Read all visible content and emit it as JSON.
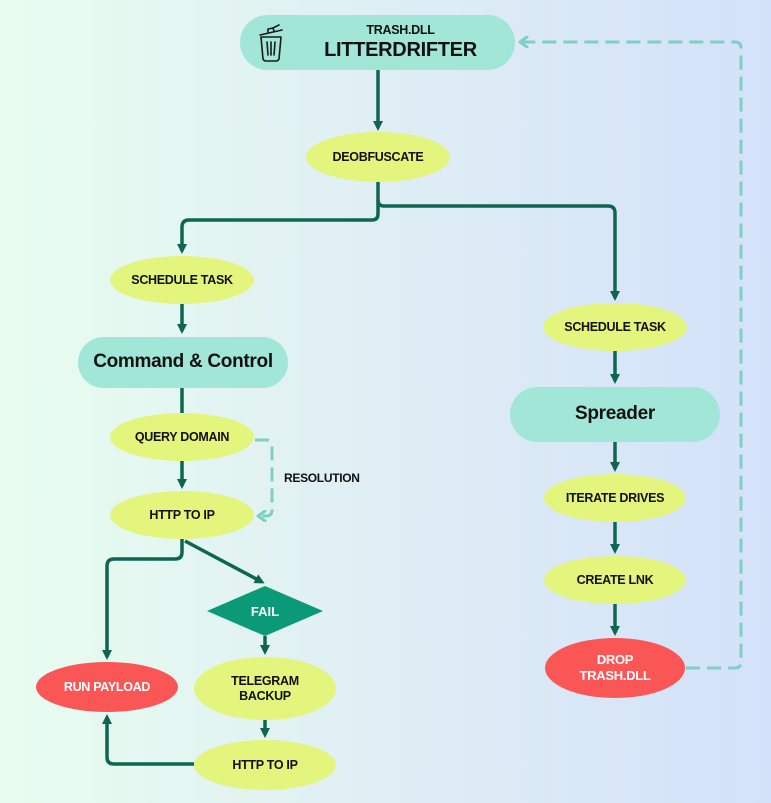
{
  "colors": {
    "edge": "#0f6650",
    "dashed_edge": "#7fd0c2",
    "process_fill": "#e4f57d",
    "module_fill": "#a1e6d6",
    "terminal_fill": "#fb5656",
    "decision_fill": "#0a9a78"
  },
  "title_node": {
    "subtitle": "TRASH.DLL",
    "title": "LITTERDRIFTER",
    "icon": "trash-can-icon"
  },
  "nodes": {
    "deobfuscate": "DEOBFUSCATE",
    "schedule_task_left": "SCHEDULE TASK",
    "command_control": "Command & Control",
    "query_domain": "QUERY DOMAIN",
    "http_to_ip": "HTTP TO IP",
    "fail": "FAIL",
    "run_payload": "RUN PAYLOAD",
    "telegram_backup_line1": "TELEGRAM",
    "telegram_backup_line2": "BACKUP",
    "http_to_ip_backup": "HTTP TO IP",
    "schedule_task_right": "SCHEDULE TASK",
    "spreader": "Spreader",
    "iterate_drives": "ITERATE DRIVES",
    "create_lnk": "CREATE LNK",
    "drop_trash_line1": "DROP",
    "drop_trash_line2": "TRASH.DLL"
  },
  "edge_labels": {
    "resolution": "RESOLUTION"
  },
  "edges": [
    {
      "from": "title_node",
      "to": "deobfuscate",
      "style": "solid"
    },
    {
      "from": "deobfuscate",
      "to": "schedule_task_left",
      "style": "solid"
    },
    {
      "from": "deobfuscate",
      "to": "schedule_task_right",
      "style": "solid"
    },
    {
      "from": "schedule_task_left",
      "to": "command_control",
      "style": "solid"
    },
    {
      "from": "command_control",
      "to": "query_domain",
      "style": "solid"
    },
    {
      "from": "query_domain",
      "to": "http_to_ip",
      "style": "solid"
    },
    {
      "from": "query_domain",
      "to": "http_to_ip",
      "style": "dashed",
      "label": "RESOLUTION"
    },
    {
      "from": "http_to_ip",
      "to": "run_payload",
      "style": "solid"
    },
    {
      "from": "http_to_ip",
      "to": "fail",
      "style": "solid"
    },
    {
      "from": "fail",
      "to": "telegram_backup",
      "style": "solid"
    },
    {
      "from": "telegram_backup",
      "to": "http_to_ip_backup",
      "style": "solid"
    },
    {
      "from": "http_to_ip_backup",
      "to": "run_payload",
      "style": "solid"
    },
    {
      "from": "schedule_task_right",
      "to": "spreader",
      "style": "solid"
    },
    {
      "from": "spreader",
      "to": "iterate_drives",
      "style": "solid"
    },
    {
      "from": "iterate_drives",
      "to": "create_lnk",
      "style": "solid"
    },
    {
      "from": "create_lnk",
      "to": "drop_trash",
      "style": "solid"
    },
    {
      "from": "drop_trash",
      "to": "title_node",
      "style": "dashed"
    }
  ]
}
